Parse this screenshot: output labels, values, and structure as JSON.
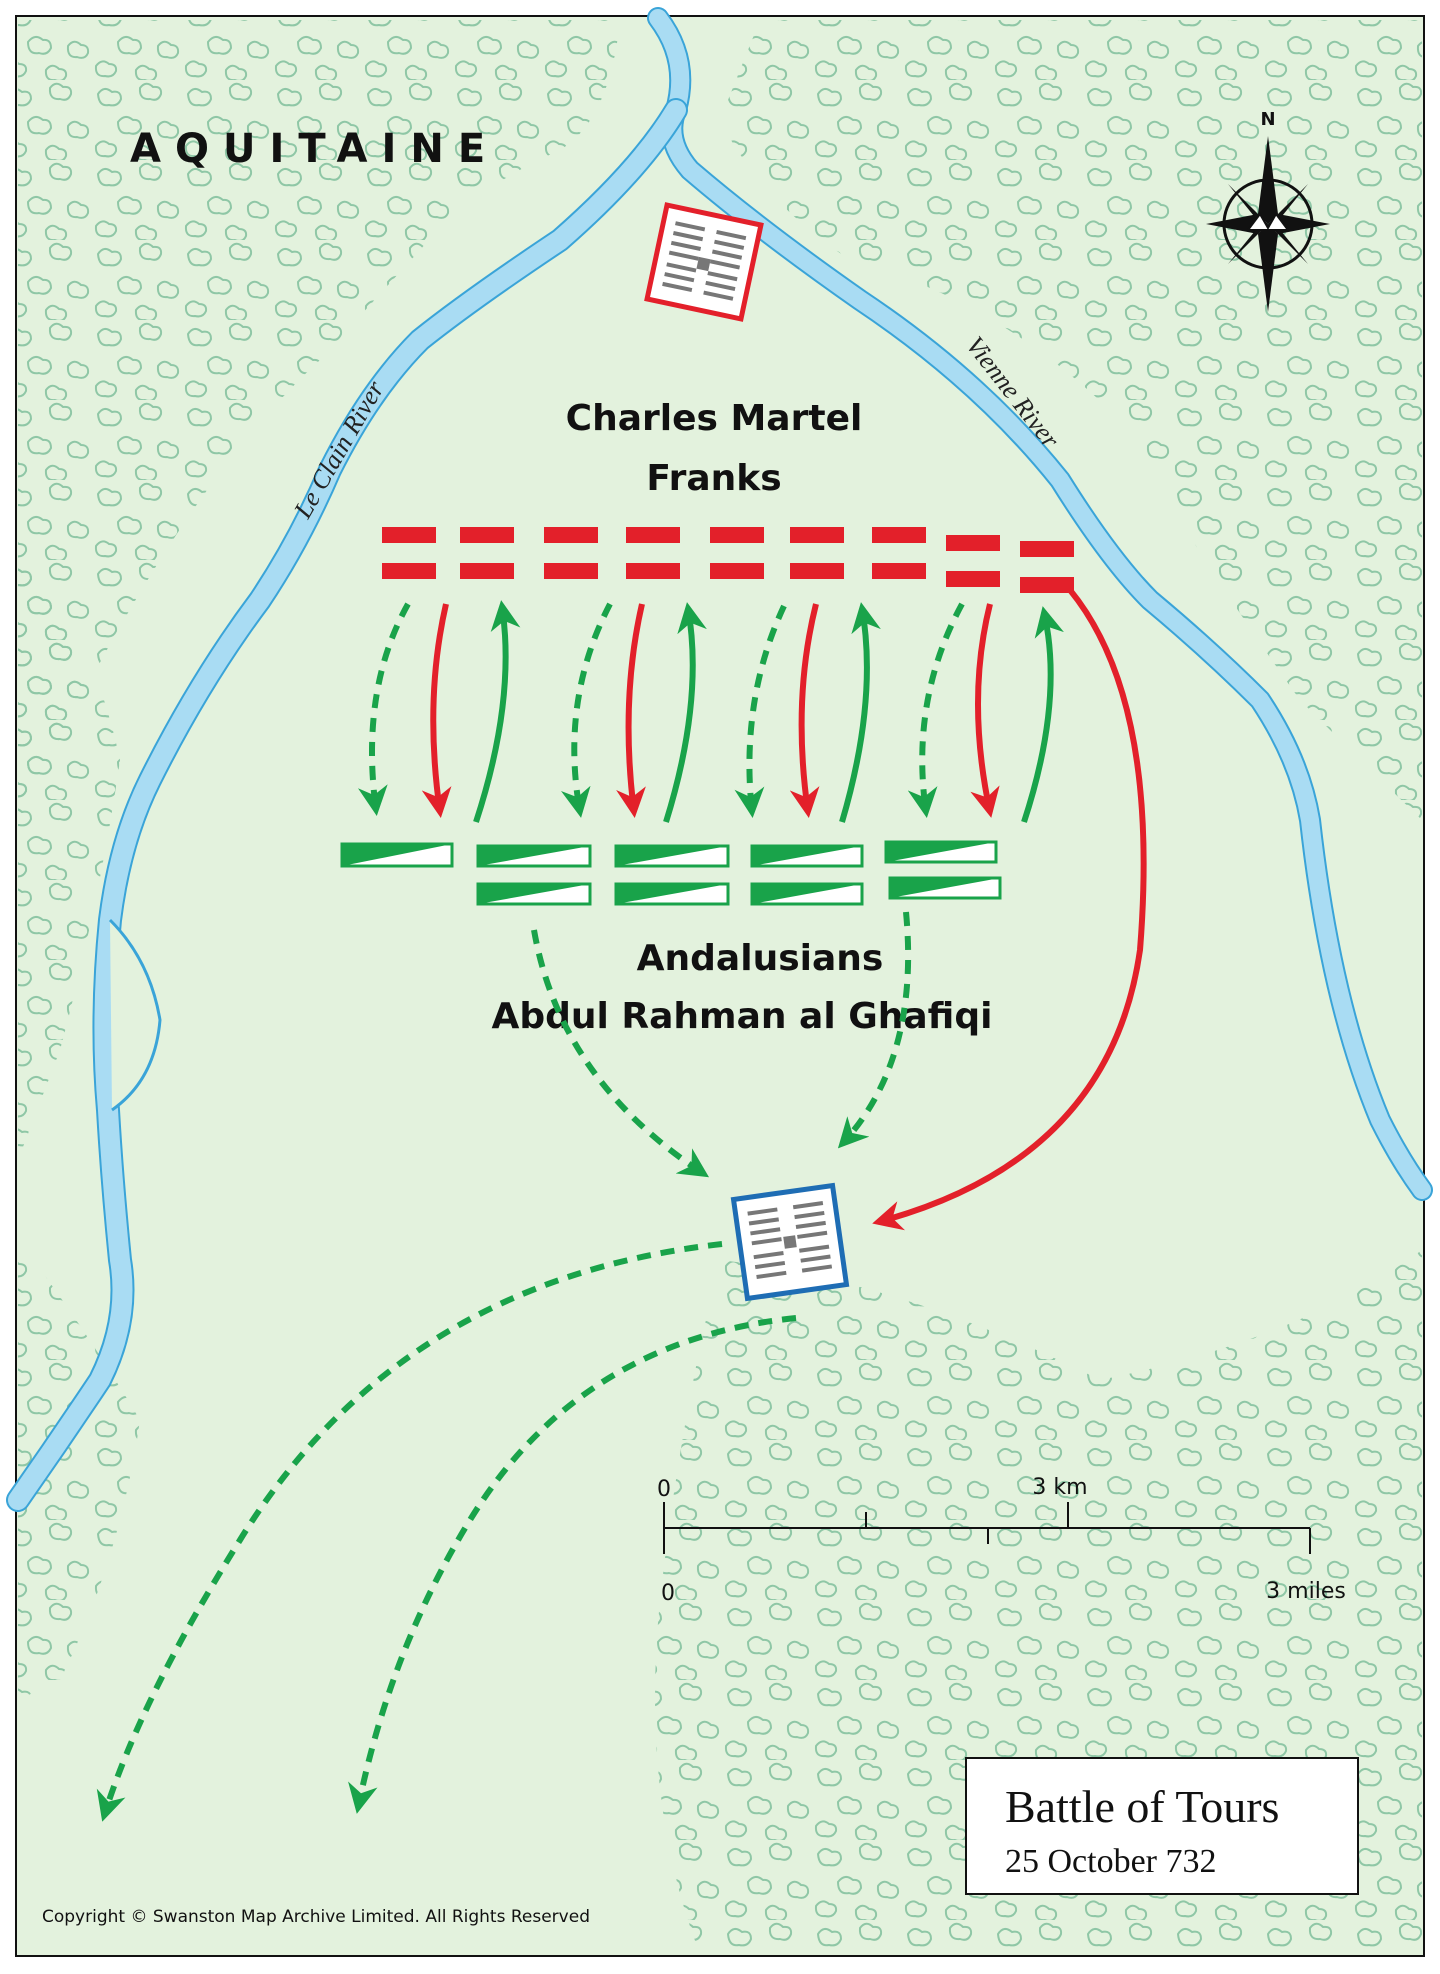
{
  "region_label": "AQUITAINE",
  "compass": {
    "north_label": "N"
  },
  "rivers": {
    "left": "Le Clain River",
    "right": "Vienne River"
  },
  "franks": {
    "leader": "Charles Martel",
    "army": "Franks"
  },
  "andalusians": {
    "army": "Andalusians",
    "leader": "Abdul Rahman al Ghafiqi"
  },
  "scale_bar": {
    "km_start": "0",
    "km_end": "3 km",
    "mi_start": "0",
    "mi_end": "3 miles"
  },
  "title_box": {
    "title": "Battle of Tours",
    "date": "25 October 732"
  },
  "copyright": "Copyright © Swanston Map Archive Limited. All Rights Reserved",
  "colors": {
    "land": "#e3f2dd",
    "forest_stroke": "#8fc7a6",
    "river_fill": "#a9dcf3",
    "river_edge": "#3aa4d8",
    "frankish_red": "#e3202a",
    "andalusian_green": "#19a34a",
    "camp_blue": "#1e6db4"
  }
}
